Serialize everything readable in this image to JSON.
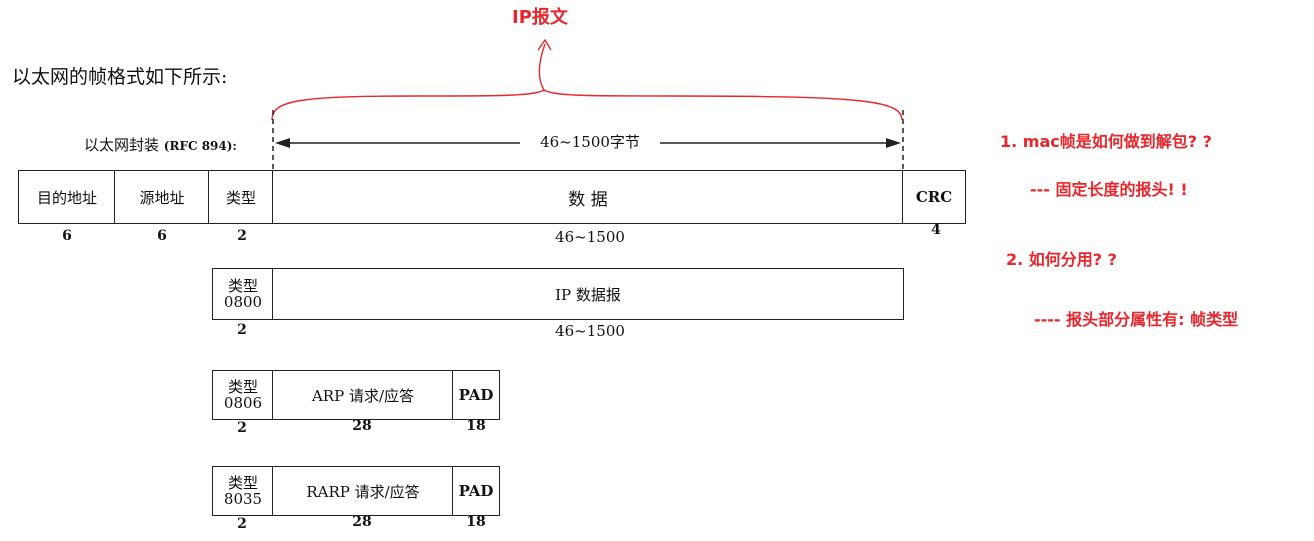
{
  "title": "IP报文",
  "intro": "以太网的帧格式如下所示:",
  "encapsulation": {
    "label": "以太网封装",
    "rfc": "(RFC 894):",
    "range": "46~1500字节"
  },
  "ethernet_frame": {
    "fields": [
      "目的地址",
      "源地址",
      "类型",
      "数 据",
      "CRC"
    ],
    "lengths": [
      "6",
      "6",
      "2",
      "46~1500",
      "4"
    ]
  },
  "ip_frame": {
    "type_top": "类型",
    "type_code": "0800",
    "data": "IP 数据报",
    "len_type": "2",
    "len_data": "46~1500"
  },
  "arp_frame": {
    "type_top": "类型",
    "type_code": "0806",
    "data": "ARP 请求/应答",
    "pad": "PAD",
    "len_type": "2",
    "len_data": "28",
    "len_pad": "18"
  },
  "rarp_frame": {
    "type_top": "类型",
    "type_code": "8035",
    "data": "RARP 请求/应答",
    "pad": "PAD",
    "len_type": "2",
    "len_data": "28",
    "len_pad": "18"
  },
  "notes": [
    "1. mac帧是如何做到解包? ?",
    "--- 固定长度的报头! !",
    "2. 如何分用? ?",
    "---- 报头部分属性有: 帧类型"
  ],
  "colors": {
    "annotation": "#e8262b",
    "line": "#222222"
  }
}
